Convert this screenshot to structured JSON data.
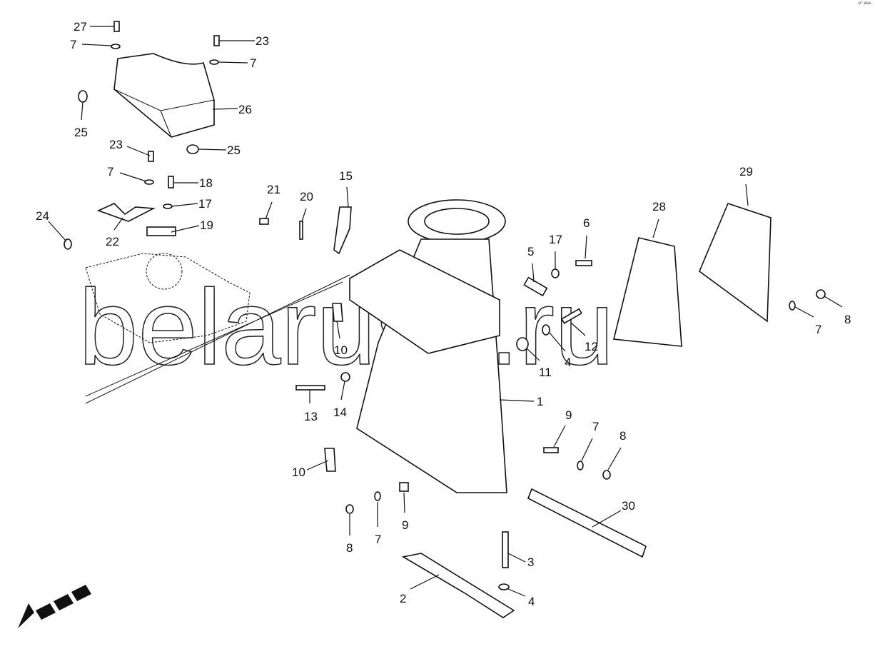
{
  "watermark": "belarus1.ru",
  "corner_mark": "e° ese",
  "callouts": [
    "27",
    "7",
    "23",
    "7",
    "25",
    "26",
    "23",
    "25",
    "7",
    "18",
    "17",
    "19",
    "22",
    "24",
    "21",
    "20",
    "15",
    "5",
    "17",
    "6",
    "28",
    "29",
    "8",
    "7",
    "12",
    "4",
    "11",
    "10",
    "1",
    "13",
    "14",
    "9",
    "7",
    "8",
    "10",
    "30",
    "8",
    "7",
    "9",
    "3",
    "2",
    "4"
  ]
}
